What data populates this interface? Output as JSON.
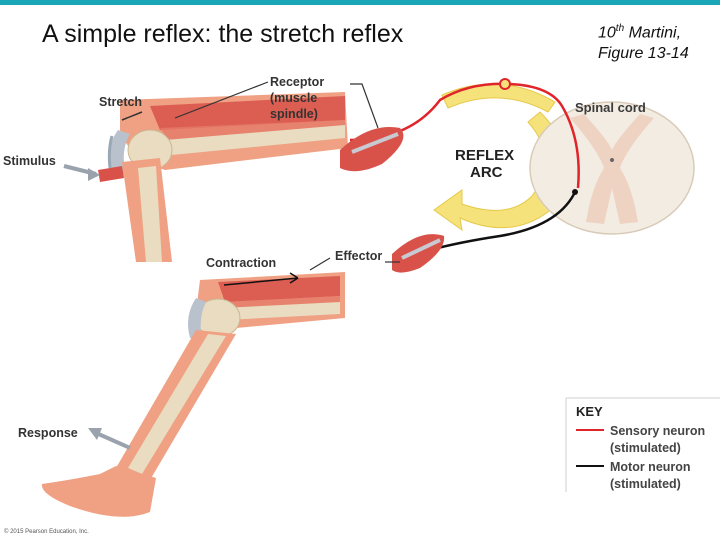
{
  "slide": {
    "title": "A simple reflex: the stretch reflex",
    "citation": {
      "edition": "10",
      "edition_suffix": "th",
      "author": "Martini,",
      "figure": "Figure 13-14"
    },
    "accent_color": "#1aa6b7"
  },
  "figure": {
    "labels": {
      "stretch": "Stretch",
      "receptor_line1": "Receptor",
      "receptor_line2": "(muscle",
      "receptor_line3": "spindle)",
      "stimulus": "Stimulus",
      "spinal_cord": "Spinal cord",
      "reflex": "REFLEX",
      "arc": "ARC",
      "contraction": "Contraction",
      "effector": "Effector",
      "response": "Response"
    },
    "key": {
      "title": "KEY",
      "items": [
        {
          "line1": "Sensory neuron",
          "line2": "(stimulated)",
          "color": "#e0242a"
        },
        {
          "line1": "Motor neuron",
          "line2": "(stimulated)",
          "color": "#111111"
        }
      ]
    },
    "copyright": "© 2015 Pearson Education, Inc.",
    "colors": {
      "skin": "#f0a083",
      "skin_dark": "#d9775a",
      "muscle": "#d8524a",
      "bone": "#e9dcc0",
      "arc_yellow": "#f6e27a",
      "cord_grey": "#f3ece3",
      "cord_gray_matter": "#eed3c2"
    }
  }
}
